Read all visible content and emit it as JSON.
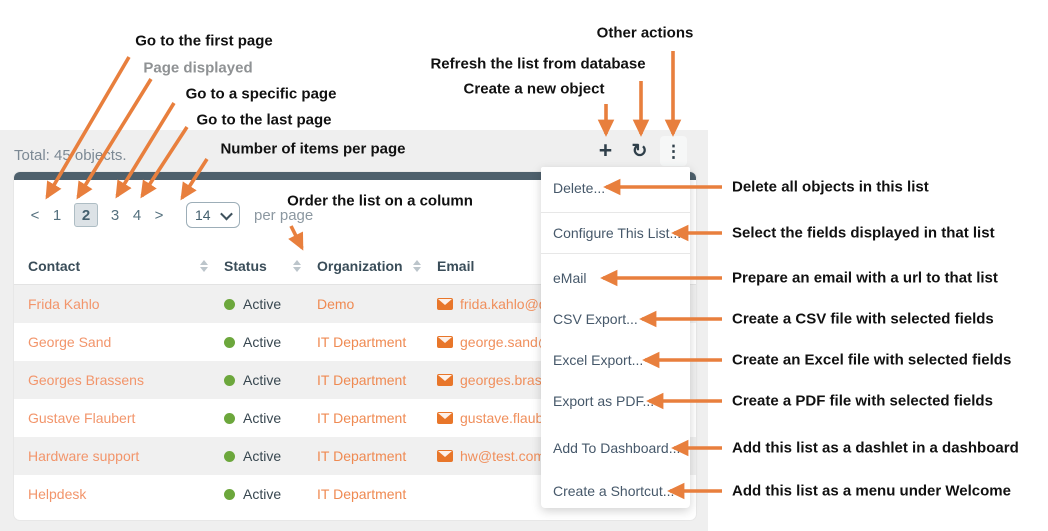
{
  "colors": {
    "accent_orange": "#E87F3D",
    "link_orange": "#F2956B",
    "status_green": "#6CA73C",
    "header_bar": "#4E606C",
    "panel_gray": "#EFEFEF"
  },
  "annotations": {
    "top_left": [
      {
        "text": "Go to the first page"
      },
      {
        "text": "Page displayed"
      },
      {
        "text": "Go to a specific page"
      },
      {
        "text": "Go to the last page"
      },
      {
        "text": "Number of items per page"
      },
      {
        "text": "Order the list on a column"
      }
    ],
    "top_right": [
      {
        "text": "Other actions"
      },
      {
        "text": "Refresh the list from database"
      },
      {
        "text": "Create a new object"
      }
    ],
    "right": [
      {
        "text": "Delete all objects in this list"
      },
      {
        "text": "Select the fields displayed in that list"
      },
      {
        "text": "Prepare an email with a url to that list"
      },
      {
        "text": "Create a CSV file with selected fields"
      },
      {
        "text": "Create an Excel file with selected fields"
      },
      {
        "text": "Create a PDF file with selected fields"
      },
      {
        "text": "Add this list as a dashlet in a dashboard"
      },
      {
        "text": "Add this list as a menu under Welcome"
      }
    ]
  },
  "list_panel": {
    "total_label": "Total: 45 objects.",
    "toolbar": {
      "add_icon": "+",
      "refresh_icon": "↻",
      "other_actions_icon": "⋮"
    },
    "pagination": {
      "first": "<",
      "pages": [
        "1",
        "2",
        "3",
        "4"
      ],
      "current_page": "2",
      "last": ">",
      "items_per_page": "14",
      "per_page_label": "per page"
    },
    "table": {
      "columns": [
        "Contact",
        "Status",
        "Organization",
        "Email"
      ],
      "rows": [
        {
          "contact": "Frida Kahlo",
          "status": "Active",
          "organization": "Demo",
          "email": "frida.kahlo@de"
        },
        {
          "contact": "George Sand",
          "status": "Active",
          "organization": "IT Department",
          "email": "george.sand@i"
        },
        {
          "contact": "Georges Brassens",
          "status": "Active",
          "organization": "IT Department",
          "email": "georges.brasse"
        },
        {
          "contact": "Gustave Flaubert",
          "status": "Active",
          "organization": "IT Department",
          "email": "gustave.flaube"
        },
        {
          "contact": "Hardware support",
          "status": "Active",
          "organization": "IT Department",
          "email": "hw@test.com"
        },
        {
          "contact": "Helpdesk",
          "status": "Active",
          "organization": "IT Department",
          "email": ""
        }
      ]
    }
  },
  "actions_menu": {
    "items": [
      {
        "label": "Delete..."
      },
      {
        "label": "Configure This List..."
      },
      {
        "label": "eMail"
      },
      {
        "label": "CSV Export..."
      },
      {
        "label": "Excel Export..."
      },
      {
        "label": "Export as PDF..."
      },
      {
        "label": "Add To Dashboard..."
      },
      {
        "label": "Create a Shortcut..."
      }
    ]
  }
}
